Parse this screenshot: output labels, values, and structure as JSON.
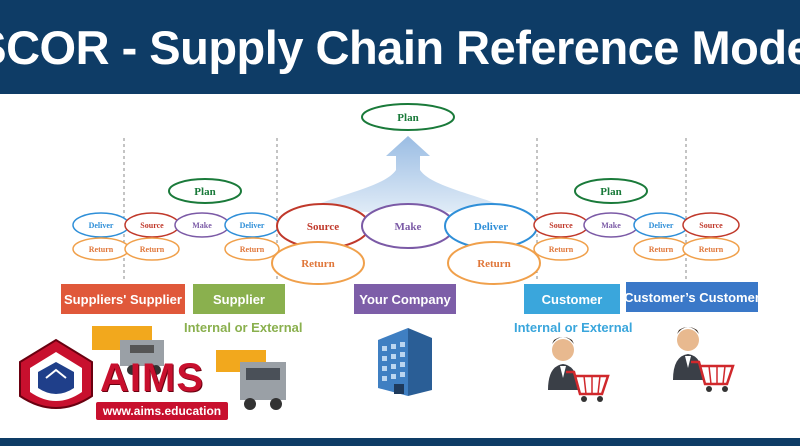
{
  "header": {
    "title": "SCOR - Supply Chain Reference Model"
  },
  "diagram": {
    "top_plan": "Plan",
    "left_plan": "Plan",
    "right_plan": "Plan",
    "left_group": {
      "deliver_a": "Deliver",
      "source_a": "Source",
      "make": "Make",
      "deliver_b": "Deliver",
      "return_a": "Return",
      "return_b": "Return",
      "return_c": "Return"
    },
    "center_group": {
      "source": "Source",
      "make": "Make",
      "deliver": "Deliver",
      "return_a": "Return",
      "return_b": "Return"
    },
    "right_group": {
      "source_a": "Source",
      "make": "Make",
      "deliver": "Deliver",
      "source_b": "Source",
      "return_a": "Return",
      "return_b": "Return",
      "return_c": "Return"
    }
  },
  "entities": {
    "suppliers_supplier": "Suppliers' Supplier",
    "supplier": "Supplier",
    "your_company": "Your Company",
    "customer": "Customer",
    "customers_customer": "Customer’s Customer"
  },
  "internal_external_left": "Internal or External",
  "internal_external_right": "Internal or External",
  "logo": {
    "name": "AIMS",
    "url": "www.aims.education"
  },
  "colors": {
    "banner": "#0e3c66",
    "plan_green": "#1a7a3a",
    "deliver_blue": "#2f8fd8",
    "source_red": "#c0392b",
    "make_purple": "#7b5aa6",
    "return_orange": "#f0a04b",
    "suppliers_supplier_box": "#e0583a",
    "supplier_box": "#8ab04e",
    "your_company_box": "#7d5ea8",
    "customer_box": "#3aa6dc",
    "customers_customer_box": "#3a78c8"
  }
}
